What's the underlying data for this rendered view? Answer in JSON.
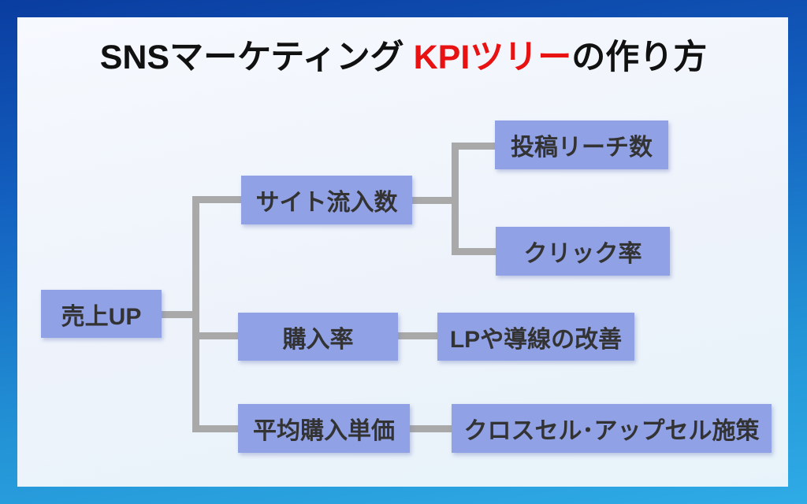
{
  "title": {
    "part1": "SNSマーケティング ",
    "highlight": "KPIツリー",
    "part3": "の作り方"
  },
  "nodes": {
    "root": "売上UP",
    "site_traffic": "サイト流入数",
    "purchase_rate": "購入率",
    "avg_purchase_price": "平均購入単価",
    "post_reach": "投稿リーチ数",
    "click_rate": "クリック率",
    "lp_improvement": "LPや導線の改善",
    "cross_upsell": "クロスセル･アップセル施策"
  },
  "colors": {
    "title_text": "#111111",
    "title_highlight": "#e81212",
    "node_fill": "#91a1e5",
    "node_text": "#333333",
    "connector": "#a9a9a9",
    "frame_gradient_top": "#0a3da0",
    "frame_gradient_bottom": "#2fabe6",
    "card_background_top": "#f6f9fe",
    "card_background_bottom": "#e7f3fa"
  }
}
